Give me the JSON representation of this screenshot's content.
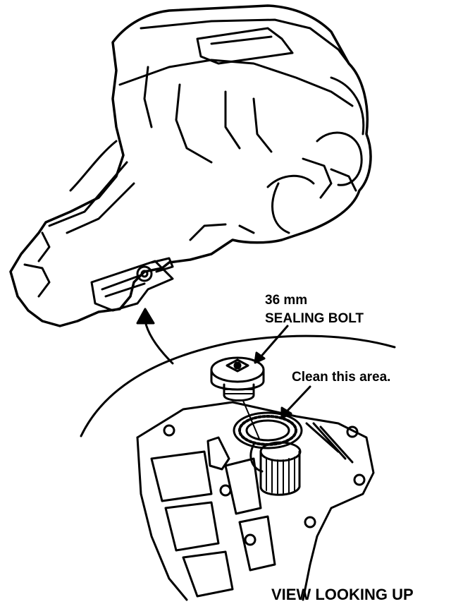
{
  "callouts": {
    "bolt_size": "36 mm",
    "bolt_name": "SEALING BOLT",
    "clean_note": "Clean this area.",
    "view_caption": "VIEW LOOKING UP"
  },
  "colors": {
    "ink": "#000000",
    "paper": "#ffffff"
  }
}
